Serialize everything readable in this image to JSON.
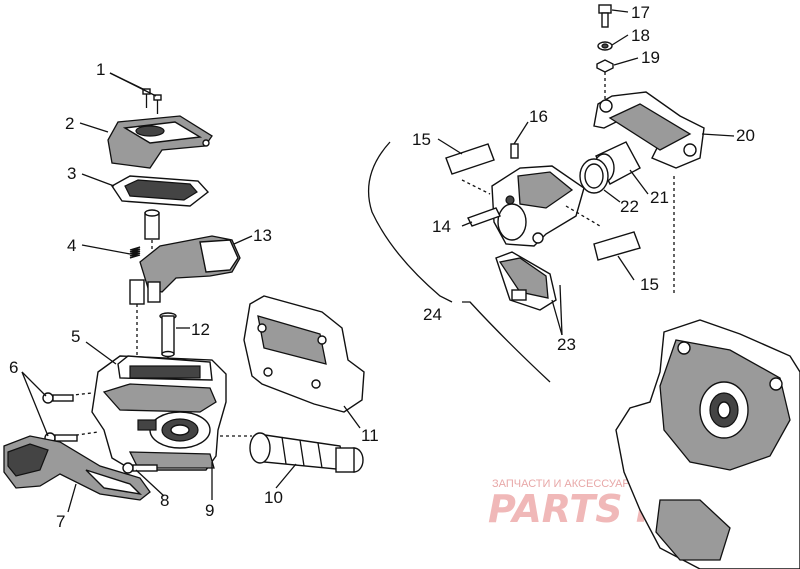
{
  "callouts": [
    {
      "id": "1",
      "text": "1"
    },
    {
      "id": "2",
      "text": "2"
    },
    {
      "id": "3",
      "text": "3"
    },
    {
      "id": "4",
      "text": "4"
    },
    {
      "id": "5",
      "text": "5"
    },
    {
      "id": "6",
      "text": "6"
    },
    {
      "id": "7",
      "text": "7"
    },
    {
      "id": "8",
      "text": "8"
    },
    {
      "id": "9",
      "text": "9"
    },
    {
      "id": "10",
      "text": "10"
    },
    {
      "id": "11",
      "text": "11"
    },
    {
      "id": "12",
      "text": "12"
    },
    {
      "id": "13",
      "text": "13"
    },
    {
      "id": "14",
      "text": "14"
    },
    {
      "id": "15a",
      "text": "15"
    },
    {
      "id": "15b",
      "text": "15"
    },
    {
      "id": "16",
      "text": "16"
    },
    {
      "id": "17",
      "text": "17"
    },
    {
      "id": "18",
      "text": "18"
    },
    {
      "id": "19",
      "text": "19"
    },
    {
      "id": "20",
      "text": "20"
    },
    {
      "id": "21",
      "text": "21"
    },
    {
      "id": "22",
      "text": "22"
    },
    {
      "id": "23",
      "text": "23"
    },
    {
      "id": "24",
      "text": "24"
    }
  ],
  "watermark": {
    "tagline": "ЗАПЧАСТИ И АКСЕССУАРЫ ДЛЯ МОТОТЕХНИКИ",
    "brand": "PARTS FOR.RU",
    "color": "#e8a8a8"
  }
}
